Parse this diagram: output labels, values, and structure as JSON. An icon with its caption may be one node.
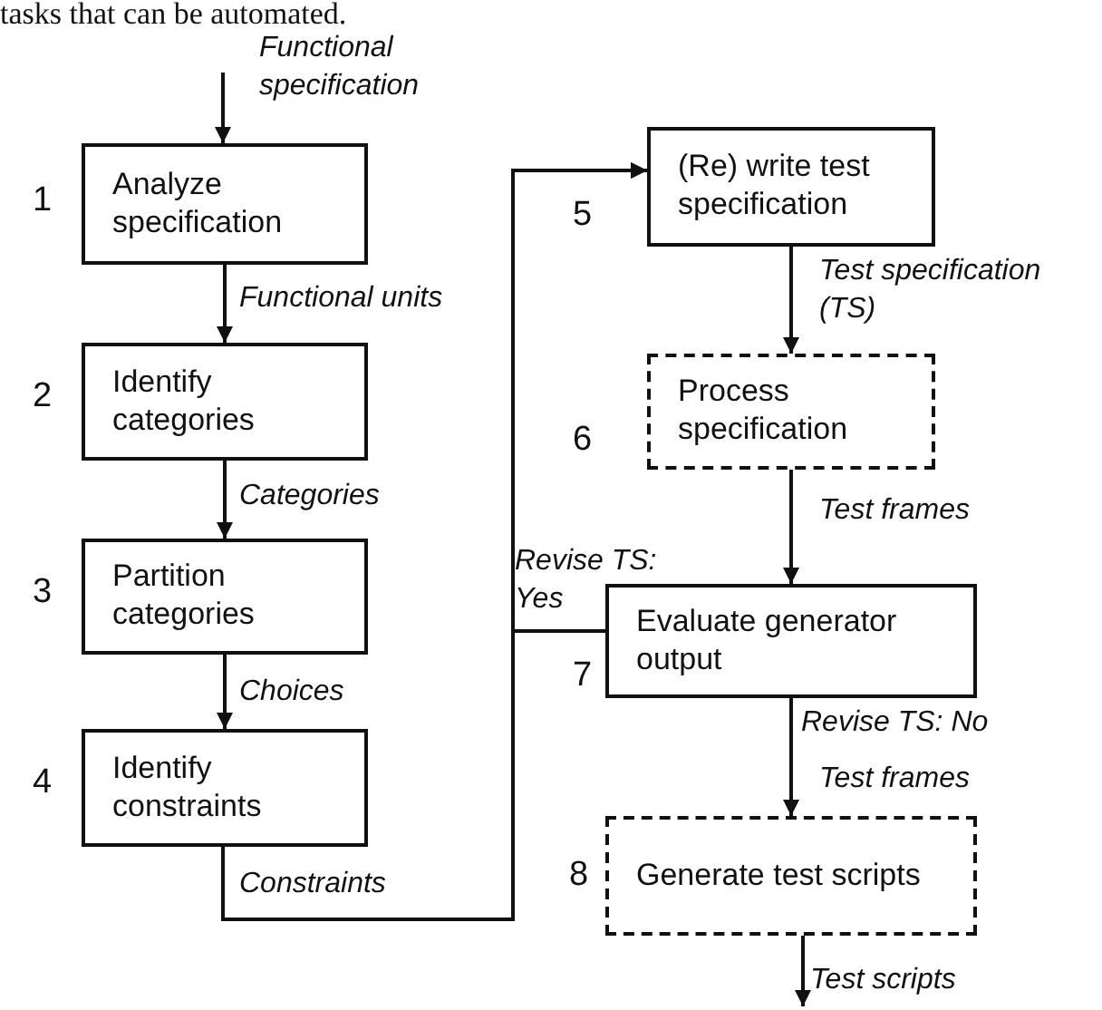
{
  "diagram": {
    "nodes": [
      {
        "text": [
          "Analyze specification"
        ],
        "beside": [
          "1"
        ]
      },
      {
        "text": [
          "Identify categories"
        ],
        "beside": [
          "2"
        ]
      },
      {
        "text": [
          "Partition categories"
        ],
        "beside": [
          "3"
        ]
      },
      {
        "text": [
          "Identify constraints"
        ],
        "beside": [
          "4"
        ]
      },
      {
        "text": [
          "(Re) write test specification"
        ],
        "beside": [
          "5"
        ]
      },
      {
        "text": [
          "Process specification"
        ],
        "beside": [
          "6"
        ]
      },
      {
        "text": [
          "Evaluate generator output"
        ],
        "beside": [
          "7"
        ]
      },
      {
        "text": [
          "Generate test scripts"
        ],
        "beside": [
          "8"
        ]
      }
    ],
    "edges": [
      {
        "from": null,
        "to": 0,
        "arrow": "to",
        "label": "Functional specification"
      },
      {
        "from": 0,
        "to": 1,
        "arrow": "to",
        "label": "Functional units"
      },
      {
        "from": 1,
        "to": 2,
        "arrow": "to",
        "label": "Categories"
      },
      {
        "from": 2,
        "to": 3,
        "arrow": "to",
        "label": "Choices"
      },
      {
        "from": 3,
        "to": 4,
        "arrow": "to",
        "label": "Constraints"
      },
      {
        "from": 4,
        "to": 5,
        "arrow": "to",
        "label": "Test specification (TS)"
      },
      {
        "from": 5,
        "to": 6,
        "arrow": "to",
        "label": "Test frames"
      },
      {
        "from": 6,
        "to": 4,
        "arrow": "to",
        "label": "Revise TS: Yes"
      },
      {
        "from": 6,
        "to": 7,
        "arrow": "to",
        "label": "Revise TS: No"
      },
      {
        "from": 7,
        "to": null,
        "arrow": "to",
        "label": "Test scripts"
      }
    ],
    "labels": [
      "tasks that can be automated.",
      "Test frames"
    ]
  }
}
